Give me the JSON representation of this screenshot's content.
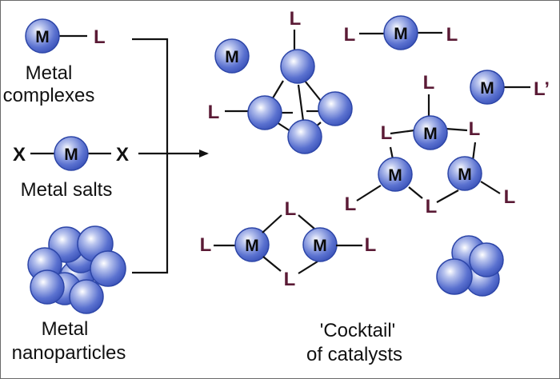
{
  "diagram": {
    "sources": [
      {
        "id": "complexes",
        "label_lines": [
          "Metal",
          "complexes"
        ],
        "formula": [
          "M",
          "L"
        ]
      },
      {
        "id": "salts",
        "label_lines": [
          "Metal salts"
        ],
        "formula": [
          "X",
          "M",
          "X"
        ]
      },
      {
        "id": "nanoparticles",
        "label_lines": [
          "Metal",
          "nanoparticles"
        ]
      }
    ],
    "result": {
      "label_lines": [
        "'Cocktail'",
        "of catalysts"
      ],
      "species": [
        "single metal atom M",
        "cluster of four metal atoms with two L ligands",
        "L–M–L complex",
        "M–L' complex",
        "trimeric M3L6 complex",
        "dimeric L–M(μ-L)2M–L complex",
        "small nanoparticle cluster"
      ]
    },
    "symbols": {
      "metal": "M",
      "ligand": "L",
      "ligand_alt": "L’",
      "anion": "X"
    },
    "colors": {
      "metal": "#4a63c8",
      "ligand": "#5a1a35",
      "bond": "#111111"
    }
  }
}
